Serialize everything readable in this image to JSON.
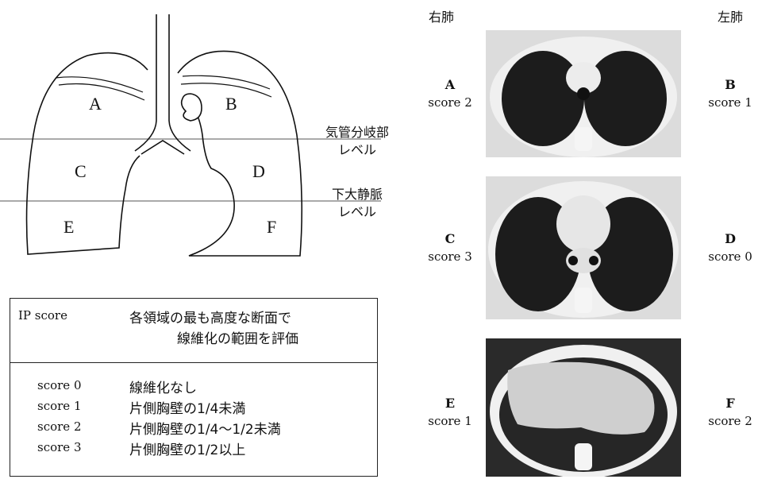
{
  "diagram": {
    "regions": [
      "A",
      "B",
      "C",
      "D",
      "E",
      "F"
    ],
    "level_upper": [
      "気管分岐部",
      "レベル"
    ],
    "level_lower": [
      "下大静脈",
      "レベル"
    ]
  },
  "legend": {
    "header_label": "IP score",
    "header_text_line1": "各領域の最も高度な断面で",
    "header_text_line2": "線維化の範囲を評価",
    "rows": [
      {
        "score": "score 0",
        "description": "線維化なし"
      },
      {
        "score": "score 1",
        "description": "片側胸壁の1/4未満"
      },
      {
        "score": "score 2",
        "description": "片側胸壁の1/4〜1/2未満"
      },
      {
        "score": "score 3",
        "description": "片側胸壁の1/2以上"
      }
    ]
  },
  "sides": {
    "right_lung": "右肺",
    "left_lung": "左肺"
  },
  "ct_panels": [
    {
      "left_region": "A",
      "left_score": "score 2",
      "right_region": "B",
      "right_score": "score 1"
    },
    {
      "left_region": "C",
      "left_score": "score 3",
      "right_region": "D",
      "right_score": "score 0"
    },
    {
      "left_region": "E",
      "left_score": "score 1",
      "right_region": "F",
      "right_score": "score 2"
    }
  ]
}
